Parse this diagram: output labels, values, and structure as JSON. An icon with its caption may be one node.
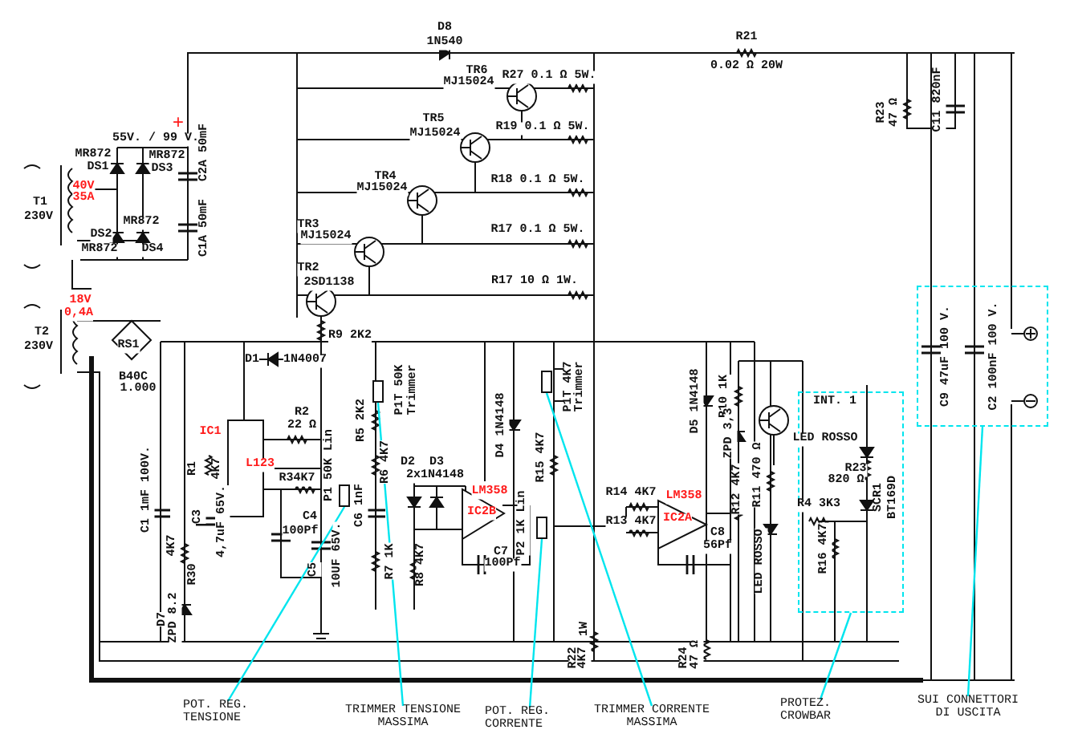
{
  "diagram": {
    "nodes": [
      {
        "text": [],
        "shape": "box"
      },
      {
        "text": [],
        "shape": "box"
      },
      {
        "text": [],
        "shape": "box"
      },
      {
        "text": [],
        "shape": "box"
      },
      {
        "text": [],
        "shape": "box"
      },
      {
        "text": [],
        "shape": "box"
      },
      {
        "text": [
          "POT. REG. TENSIONE"
        ]
      },
      {
        "text": [
          "TRIMMER TENSIONE MASSIMA"
        ]
      },
      {
        "text": [
          "POT. REG. CORRENTE"
        ]
      },
      {
        "text": [
          "TRIMMER CORRENTE MASSIMA"
        ]
      },
      {
        "text": [
          "PROTEZ. CROWBAR"
        ]
      },
      {
        "text": [
          "SUI CONNETTORI DI USCITA"
        ]
      }
    ],
    "edges": [
      {
        "from": 6,
        "to": 4,
        "arrow": "none"
      },
      {
        "from": 7,
        "to": 1,
        "arrow": "none"
      },
      {
        "from": 8,
        "to": 5,
        "arrow": "none"
      },
      {
        "from": 9,
        "to": 2,
        "arrow": "none"
      },
      {
        "from": 10,
        "to": 3,
        "arrow": "none"
      },
      {
        "from": 11,
        "to": 0,
        "arrow": "none"
      }
    ],
    "labels": [
      "D8",
      "1N540",
      "R21",
      "0.02 Ω 20W",
      "TR6",
      "MJ15024",
      "R27 0.1 Ω 5W.",
      "+",
      "55V. / 99 V.",
      "TR5",
      "MJ15024",
      "R19 0.1 Ω 5W.",
      "MR872",
      "DS1",
      "MR872",
      "DS3",
      "C2A 50mF",
      "C1A 50mF",
      "TR4",
      "MJ15024",
      "R18 0.1 Ω 5W.",
      "40V",
      "35A",
      "T1",
      "230V",
      "MR872",
      "DS2",
      "MR872",
      "DS4",
      "TR3",
      "MJ15024",
      "R17 0.1 Ω 5W.",
      "TR2",
      "2SD1138",
      "R17 10 Ω 1W.",
      "18V",
      "0,4A",
      "T2",
      "230V",
      "R9 2K2",
      "RS1",
      "B40C",
      "1.000",
      "D1",
      "1N4007",
      "R23",
      "47 Ω",
      "C11 820nF",
      "C9 47uF 100 V.",
      "C2 100nF 100 V.",
      "IC1",
      "R2",
      "22 Ω",
      "L123",
      "R1",
      "4K7",
      "R34K7",
      "C4",
      "100Pf",
      "C3",
      "4,7uF 65V.",
      "P1 50K Lin",
      "C5",
      "10UF 65V.",
      "C1 1mF 100V.",
      "4K7",
      "R30",
      "D7",
      "ZPD 8.2",
      "R5 2K2",
      "P1T 50K",
      "Trimmer",
      "R6 4K7",
      "C6 1nF",
      "D2",
      "D3",
      "2x1N4148",
      "R7 1K",
      "R8 4K7",
      "LM358",
      "IC2B",
      "C7",
      "100Pf",
      "D4 1N4148",
      "R15 4K7",
      "P2 1K Lin",
      "P1T 4K7",
      "Trimmer",
      "R14 4K7",
      "R13 4K7",
      "LM358",
      "IC2A",
      "C8",
      "56Pf",
      "D5 1N4148",
      "R10 1K",
      "ZPD 3,3",
      "R12 4K7",
      "R11 470 Ω",
      "LED ROSSO",
      "INT. 1",
      "LED ROSSO",
      "R23",
      "820 Ω",
      "SCR1",
      "BT169D",
      "R4 3K3",
      "R16 4K7",
      "1W",
      "R22",
      "4K7",
      "R24",
      "47 Ω"
    ]
  }
}
